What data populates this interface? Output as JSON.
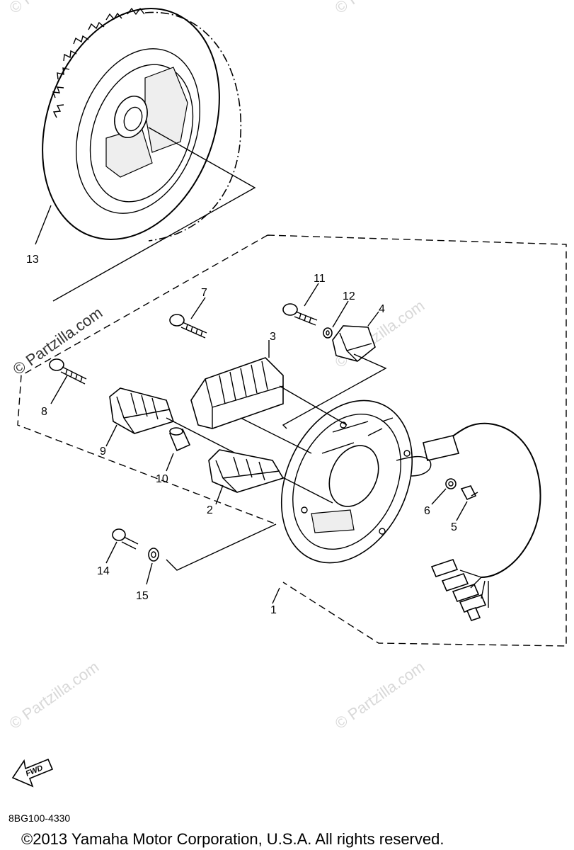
{
  "callouts": {
    "p1": "1",
    "p2": "2",
    "p3": "3",
    "p4": "4",
    "p5": "5",
    "p6": "6",
    "p7": "7",
    "p8": "8",
    "p9": "9",
    "p10": "10",
    "p11": "11",
    "p12": "12",
    "p13": "13",
    "p14": "14",
    "p15": "15"
  },
  "watermark": "© Partzilla.com",
  "fwd_label": "FWD",
  "diagram_code": "8BG100-4330",
  "copyright": "©2013 Yamaha Motor Corporation, U.S.A. All rights reserved."
}
